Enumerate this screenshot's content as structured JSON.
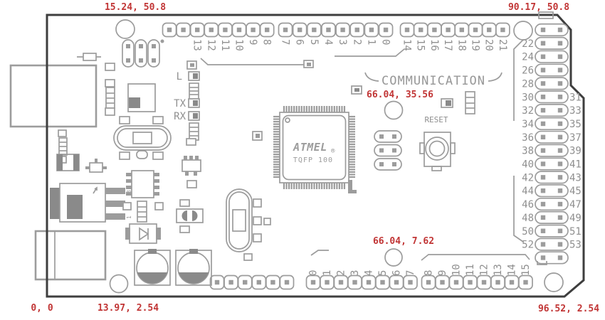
{
  "board": {
    "coordinate_labels": {
      "top_left": "15.24, 50.8",
      "top_right": "90.17, 50.8",
      "mid_upper": "66.04, 35.56",
      "mid_lower": "66.04, 7.62",
      "origin": "0, 0",
      "bottom_edge_left": "13.97, 2.54",
      "bottom_edge_right": "96.52, 2.54"
    },
    "labels": {
      "communication": "COMMUNICATION",
      "reset": "RESET",
      "led_l": "L",
      "led_tx": "TX",
      "led_rx": "RX"
    },
    "chip": {
      "brand": "ATMEL",
      "registered": "®",
      "package": "TQFP 100"
    },
    "regulator_pin_labels": [
      "3",
      "2",
      "1"
    ],
    "pin_headers": {
      "top_digital_a_labels": [
        "13",
        "12",
        "11",
        "10",
        "9",
        "8"
      ],
      "top_digital_b_labels": [
        "7",
        "6",
        "5",
        "4",
        "3",
        "2",
        "1",
        "0"
      ],
      "top_comm_labels": [
        "14",
        "15",
        "16",
        "17",
        "18",
        "19",
        "20",
        "21"
      ],
      "right_left_labels": [
        "22",
        "24",
        "26",
        "28",
        "30",
        "32",
        "34",
        "36",
        "38",
        "40",
        "42",
        "44",
        "46",
        "48",
        "50",
        "52"
      ],
      "right_right_labels": [
        "31",
        "33",
        "35",
        "37",
        "39",
        "41",
        "43",
        "45",
        "47",
        "49",
        "51",
        "53"
      ],
      "bottom_analog_a_labels": [
        "0",
        "1",
        "2",
        "3",
        "4",
        "5",
        "6",
        "7"
      ],
      "bottom_analog_b_labels": [
        "8",
        "9",
        "10",
        "11",
        "12",
        "13",
        "14",
        "15"
      ]
    },
    "colors": {
      "annotation_red": "#c13535",
      "line_gray": "#9c9c9c",
      "text_gray": "#8f8f8f",
      "outline_dark": "#3e3e3e",
      "background": "#ffffff"
    }
  }
}
